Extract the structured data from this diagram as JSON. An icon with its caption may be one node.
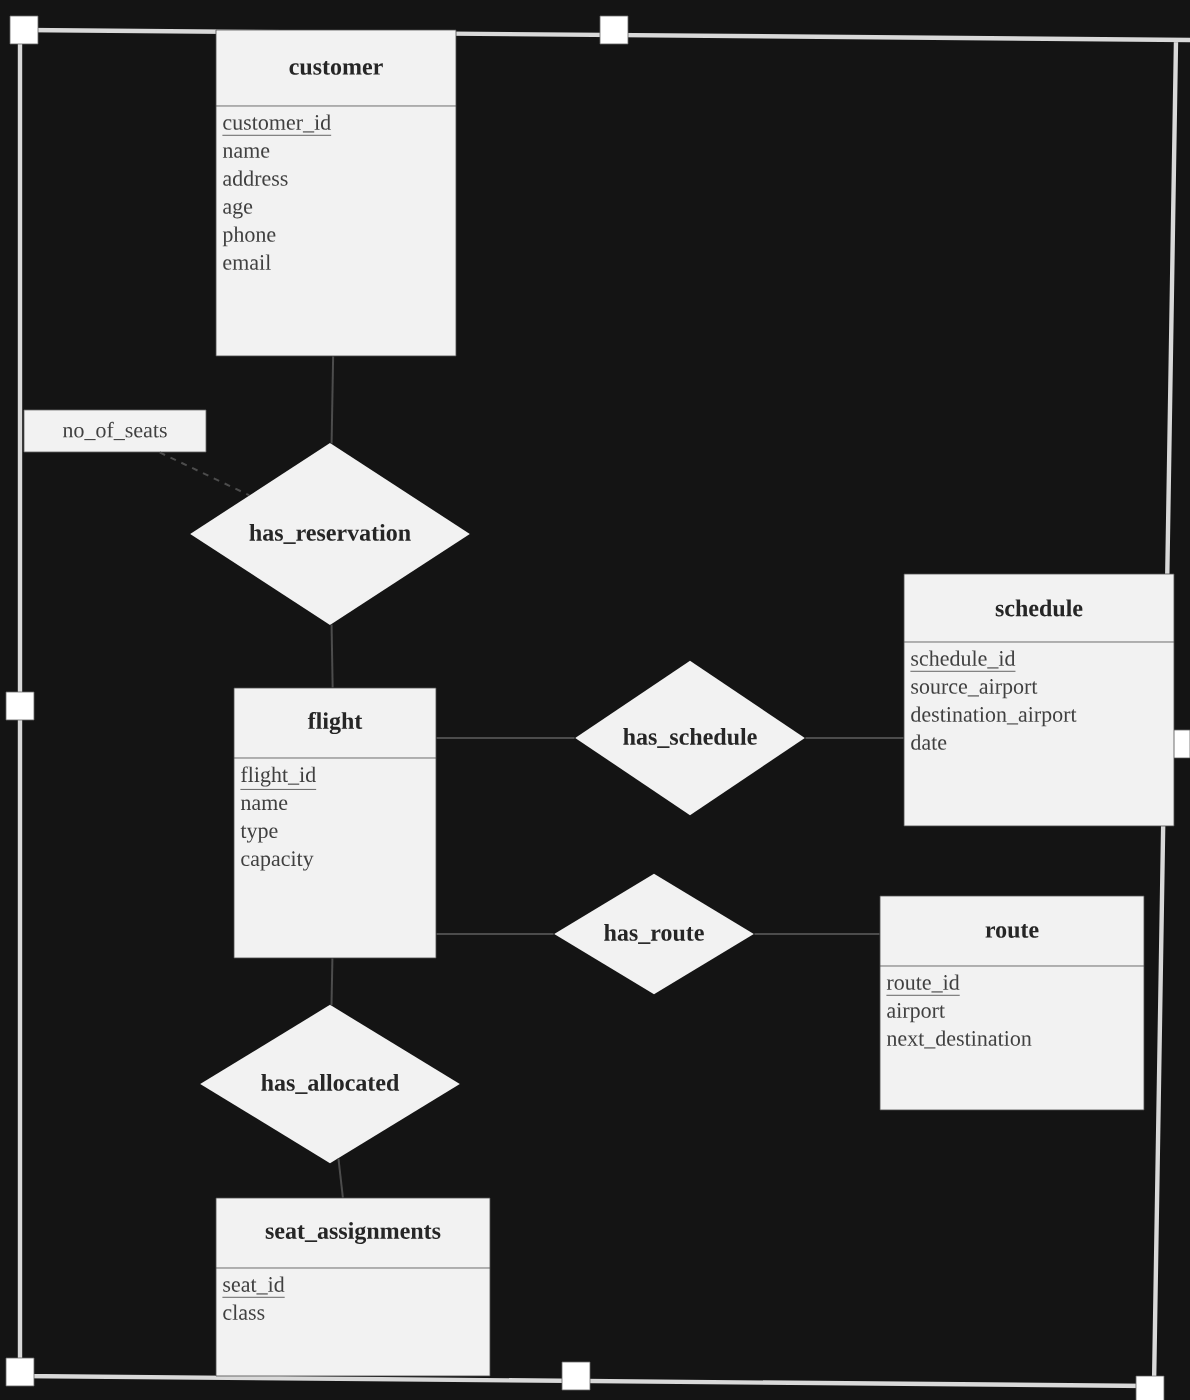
{
  "diagram": {
    "nodes": [
      {
        "text": [
          "customer",
          "customer_id",
          "name",
          "address",
          "age",
          "phone",
          "email"
        ]
      },
      {
        "text": [
          "no_of_seats"
        ]
      },
      {
        "text": [
          "has_reservation"
        ]
      },
      {
        "text": [
          "schedule",
          "schedule_id",
          "source_airport",
          "destination_airport",
          "date"
        ]
      },
      {
        "text": [
          "flight",
          "flight_id",
          "name",
          "type",
          "capacity"
        ]
      },
      {
        "text": [
          "has_schedule"
        ]
      },
      {
        "text": [
          "has_route"
        ]
      },
      {
        "text": [
          "route",
          "route_id",
          "airport",
          "next_destination"
        ]
      },
      {
        "text": [
          "has_allocated"
        ]
      },
      {
        "text": [
          "seat_assignments",
          "seat_id",
          "class"
        ]
      }
    ],
    "edges": [
      {
        "from": 0,
        "to": 2,
        "arrow": "none"
      },
      {
        "from": 1,
        "to": 2,
        "arrow": "none",
        "style": "dashed"
      },
      {
        "from": 2,
        "to": 4,
        "arrow": "none"
      },
      {
        "from": 4,
        "to": 5,
        "arrow": "none"
      },
      {
        "from": 5,
        "to": 3,
        "arrow": "none"
      },
      {
        "from": 4,
        "to": 6,
        "arrow": "none"
      },
      {
        "from": 6,
        "to": 7,
        "arrow": "none"
      },
      {
        "from": 4,
        "to": 8,
        "arrow": "none"
      },
      {
        "from": 8,
        "to": 9,
        "arrow": "none"
      }
    ]
  }
}
